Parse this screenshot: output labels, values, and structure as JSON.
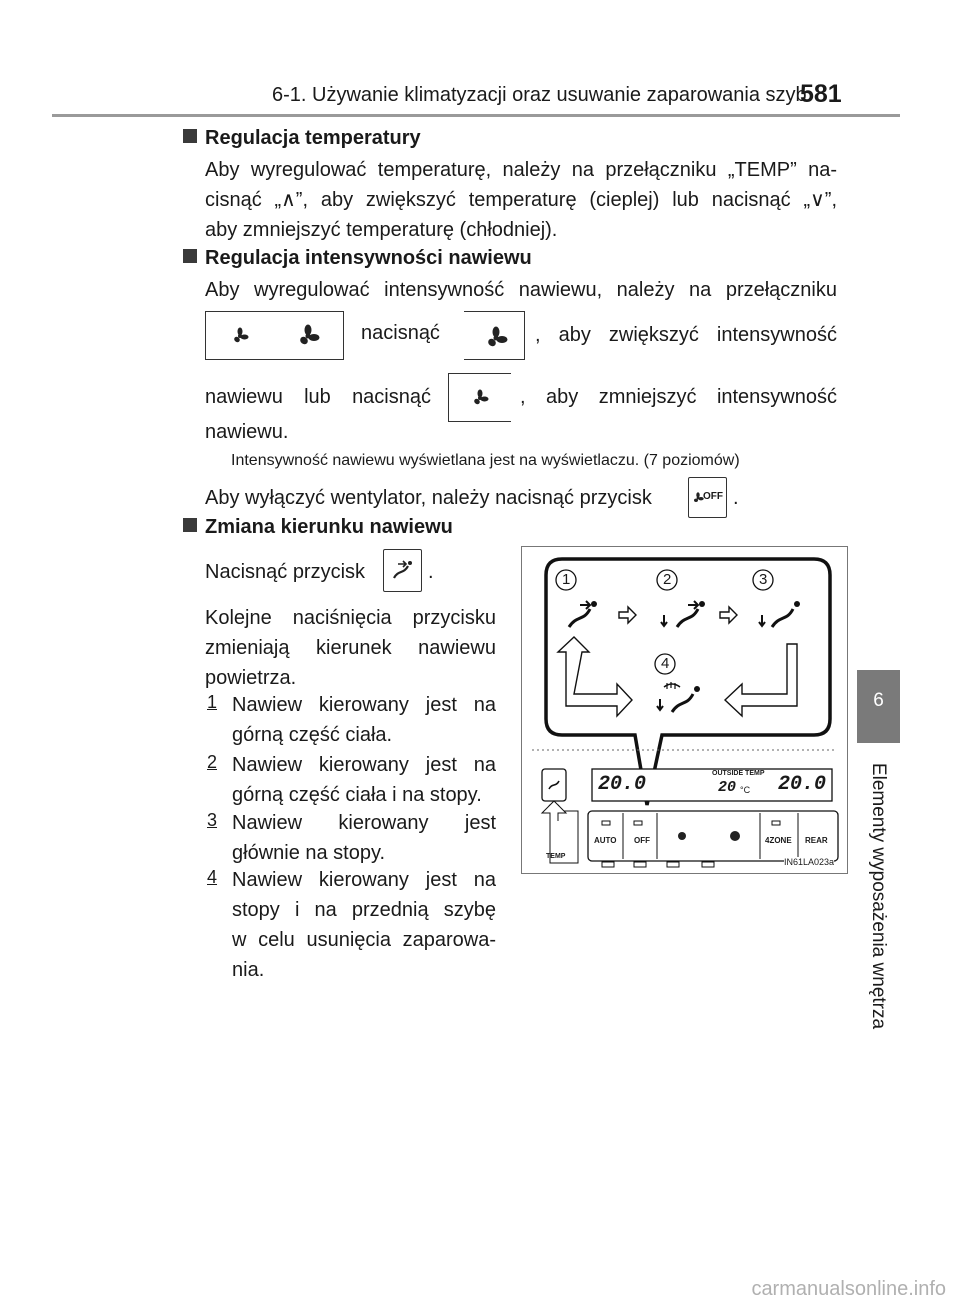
{
  "header": {
    "section_title": "6-1. Używanie klimatyzacji oraz usuwanie zaparowania szyb",
    "page_number": "581"
  },
  "side_tab": {
    "chapter_number": "6",
    "chapter_title": "Elementy wyposażenia wnętrza"
  },
  "sections": {
    "temperature": {
      "heading": "Regulacja temperatury",
      "lines": [
        "Aby wyregulować temperaturę, należy na przełączniku „TEMP” na-",
        "cisnąć „∧”, aby zwiększyć temperaturę (cieplej) lub nacisnąć „∨”,",
        "aby zmniejszyć temperaturę (chłodniej)."
      ]
    },
    "fan_speed": {
      "heading": "Regulacja intensywności nawiewu",
      "line1": "Aby wyregulować intensywność nawiewu, należy na przełączniku",
      "press_label": "nacisnąć",
      "increase_text": ", aby zwiększyć intensywność",
      "airflow_or_press": "nawiewu lub nacisnąć",
      "decrease_text": ", aby zmniejszyć intensywność",
      "airflow_end": "nawiewu.",
      "note": "Intensywność nawiewu wyświetlana jest na wyświetlaczu. (7 poziomów)",
      "off_text": "Aby wyłączyć wentylator, należy nacisnąć przycisk",
      "off_period": ".",
      "off_button_label": "OFF"
    },
    "direction": {
      "heading": "Zmiana kierunku nawiewu",
      "press_text": "Nacisnąć przycisk",
      "press_period": ".",
      "desc_lines": [
        "Kolejne naciśnięcia przycisku",
        "zmieniają kierunek nawiewu",
        "powietrza."
      ],
      "modes": [
        {
          "num": "1",
          "lines": [
            "Nawiew kierowany jest na",
            "górną część ciała."
          ]
        },
        {
          "num": "2",
          "lines": [
            "Nawiew kierowany jest na",
            "górną część ciała i na stopy."
          ]
        },
        {
          "num": "3",
          "lines": [
            "Nawiew kierowany jest",
            "głównie na stopy."
          ]
        },
        {
          "num": "4",
          "lines": [
            "Nawiew kierowany jest na",
            "stopy i na przednią szybę",
            "w celu usunięcia zaparowa-",
            "nia."
          ]
        }
      ]
    }
  },
  "figure": {
    "callouts": [
      "1",
      "2",
      "3",
      "4"
    ],
    "display_left": "20.0",
    "display_outside_label": "OUTSIDE TEMP",
    "display_outside": "20",
    "display_unit": "°C",
    "display_right": "20.0",
    "buttons": [
      "AUTO",
      "OFF",
      "4ZONE",
      "REAR"
    ],
    "temp_label": "TEMP",
    "figure_code": "IN61LA023a"
  },
  "watermark": "carmanualsonline.info",
  "colors": {
    "tab": "#7a7a7a",
    "rule": "#9a9a9a",
    "text": "#1a1a1a"
  }
}
